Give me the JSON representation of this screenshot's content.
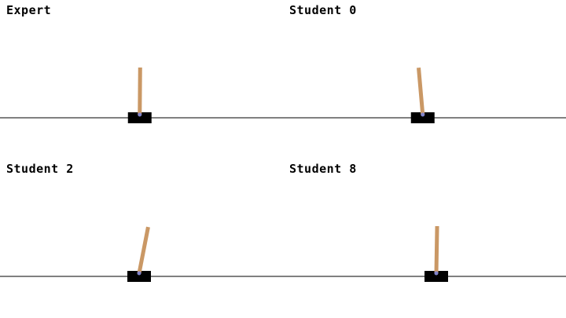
{
  "colors": {
    "background": "#ffffff",
    "track": "#000000",
    "cart": "#000000",
    "pole": "#ca9865",
    "axle": "#8184cb",
    "label": "#000000"
  },
  "panels": [
    {
      "label": "Expert",
      "cart_position": -0.03,
      "pole_angle_deg": 0.5
    },
    {
      "label": "Student 0",
      "cart_position": -0.03,
      "pole_angle_deg": -5.0
    },
    {
      "label": "Student 2",
      "cart_position": -0.04,
      "pole_angle_deg": 11.0
    },
    {
      "label": "Student 8",
      "cart_position": 0.2,
      "pole_angle_deg": 1.0
    }
  ]
}
